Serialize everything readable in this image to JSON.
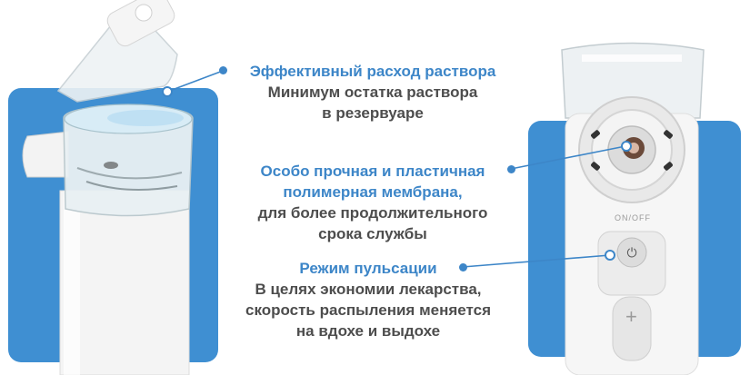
{
  "features": [
    {
      "title": "Эффективный расход раствора",
      "lines": [
        "Минимум остатка раствора",
        "в резервуаре"
      ]
    },
    {
      "title_lines": [
        "Особо прочная и пластичная",
        "полимерная мембрана,"
      ],
      "lines": [
        "для более продолжительного",
        "срока службы"
      ]
    },
    {
      "title": "Режим пульсации",
      "lines": [
        "В целях экономии лекарства,",
        "скорость распыления меняется",
        "на вдохе и выдохе"
      ]
    }
  ],
  "device_label": "ON/OFF",
  "plus_symbol": "+",
  "colors": {
    "accent": "#3d86c8",
    "panel": "#3f8fd2",
    "text": "#4d4d4d",
    "device": "#f2f2f2"
  }
}
